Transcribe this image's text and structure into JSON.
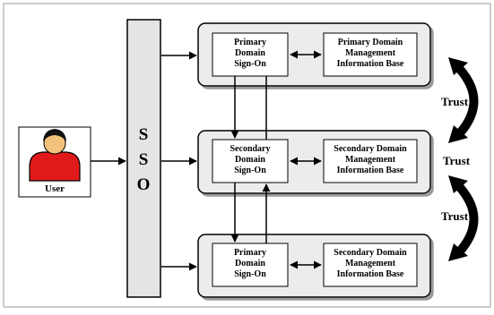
{
  "sso": {
    "letters": [
      "S",
      "S",
      "O"
    ]
  },
  "user": {
    "label": "User"
  },
  "domains": [
    {
      "sign_on": [
        "Primary",
        "Domain",
        "Sign-On"
      ],
      "mib": [
        "Primary Domain",
        "Management",
        "Information Base"
      ]
    },
    {
      "sign_on": [
        "Secondary",
        "Domain",
        "Sign-On"
      ],
      "mib": [
        "Secondary Domain",
        "Management",
        "Information Base"
      ]
    },
    {
      "sign_on": [
        "Primary",
        "Domain",
        "Sign-On"
      ],
      "mib": [
        "Secondary Domain",
        "Management",
        "Information Base"
      ]
    }
  ],
  "trust": [
    "Trust",
    "Trust",
    "Trust"
  ],
  "colors": {
    "panel_fill": "#ececec",
    "sso_fill": "#e4e4e4",
    "user_red": "#e01a1a",
    "user_hair": "#111111",
    "skin": "#f2c27a"
  }
}
